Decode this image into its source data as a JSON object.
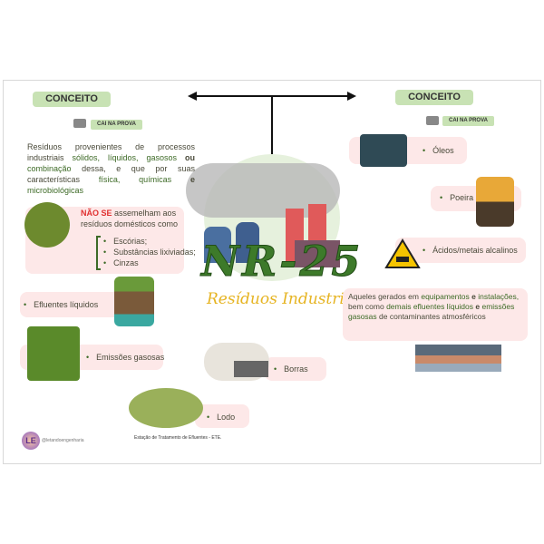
{
  "center": {
    "title": "NR-25",
    "subtitle": "Resíduos Industriais"
  },
  "left": {
    "concept_label": "CONCEITO",
    "exam_badge": "CAI NA PROVA",
    "definition": {
      "p1": "Resíduos provenientes de processos industriais",
      "w1": "sólidos, líquidos, gasosos",
      "w2": "ou",
      "w3": "combinação",
      "p2": "dessa, e que por suas características",
      "w4": "física, químicas",
      "w5": "e",
      "w6": "microbiológicas"
    },
    "exclusion": {
      "highlight": "NÃO SE",
      "text": "assemelham aos resíduos domésticos como",
      "items": [
        "Escórias;",
        "Substâncias lixiviadas;",
        "Cinzas"
      ]
    },
    "items": [
      "Efluentes líquidos",
      "Emissões gasosas"
    ]
  },
  "right": {
    "concept_label": "CONCEITO",
    "exam_badge": "CAI NA PROVA",
    "items": [
      "Óleos",
      "Poeira",
      "Ácidos/metais alcalinos"
    ],
    "description": {
      "p1": "Aqueles gerados em",
      "w1": "equipamentos",
      "w2": "e",
      "w3": "instalações,",
      "p2": "bem como",
      "w4": "demais efluentes líquidos",
      "w5": "e",
      "w6": "emissões gasosas",
      "p3": "de contaminantes atmosféricos"
    }
  },
  "bottom": {
    "items": [
      "Borras",
      "Lodo"
    ],
    "ete_caption": "Estação de Tratamento de Efluentes - ETE.",
    "author_handle": "@letandoengenharia",
    "logo_text": "LE"
  },
  "colors": {
    "concept": "#c8e2b4",
    "card": "#fde8e8",
    "green": "#3d6a26",
    "title_yellow": "#e6b422",
    "alert": "#e03030"
  }
}
